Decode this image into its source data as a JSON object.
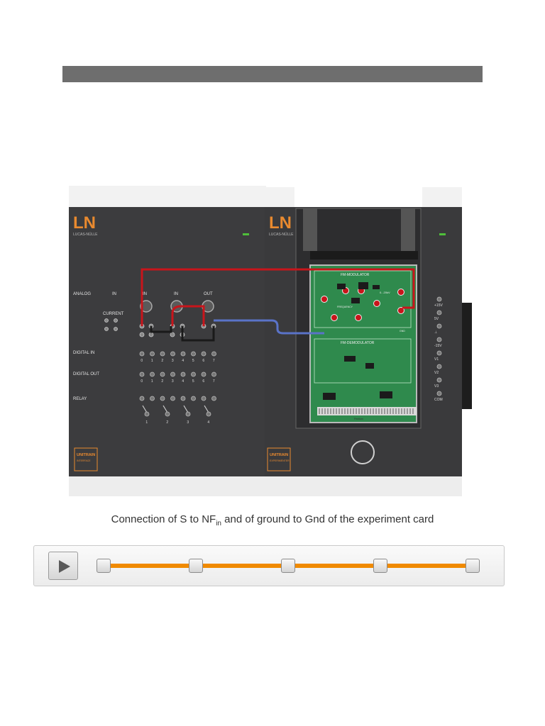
{
  "caption": {
    "pre": "Connection of S to NF",
    "sub": "in",
    "post": " and of ground to Gnd of the experiment card"
  },
  "interface_board": {
    "logo": "LN",
    "logo_sub": "LUCAS-NÜLLE",
    "analog": "ANALOG",
    "in1": "IN",
    "in2": "IN",
    "in3": "IN",
    "out": "OUT",
    "current": "CURRENT",
    "digital_in": "DIGITAL IN",
    "digital_out": "DIGITAL OUT",
    "relay": "RELAY",
    "digits": [
      "0",
      "1",
      "2",
      "3",
      "4",
      "5",
      "6",
      "7"
    ],
    "relay_nums": [
      "1",
      "2",
      "3",
      "4"
    ],
    "badge_title": "UNITRAIN",
    "badge_sub": "INTERFACE"
  },
  "experimenter_board": {
    "logo": "LN",
    "logo_sub": "LUCAS-NÜLLE",
    "card_top": "FM-MODULATOR",
    "card_bottom": "FM-DEMODULATOR",
    "freq": "FREQUENCY",
    "gnd": "GND",
    "voltage": "0...20kV",
    "card_foot": "Pentium",
    "rails": [
      "+15V",
      "5V",
      "⊥",
      "-15V",
      "V1",
      "V2",
      "V3",
      "COM"
    ],
    "badge_title": "UNITRAIN",
    "badge_sub": "EXPERIMENTER"
  },
  "player": {
    "steps": 5,
    "accent": "#f08a00"
  }
}
